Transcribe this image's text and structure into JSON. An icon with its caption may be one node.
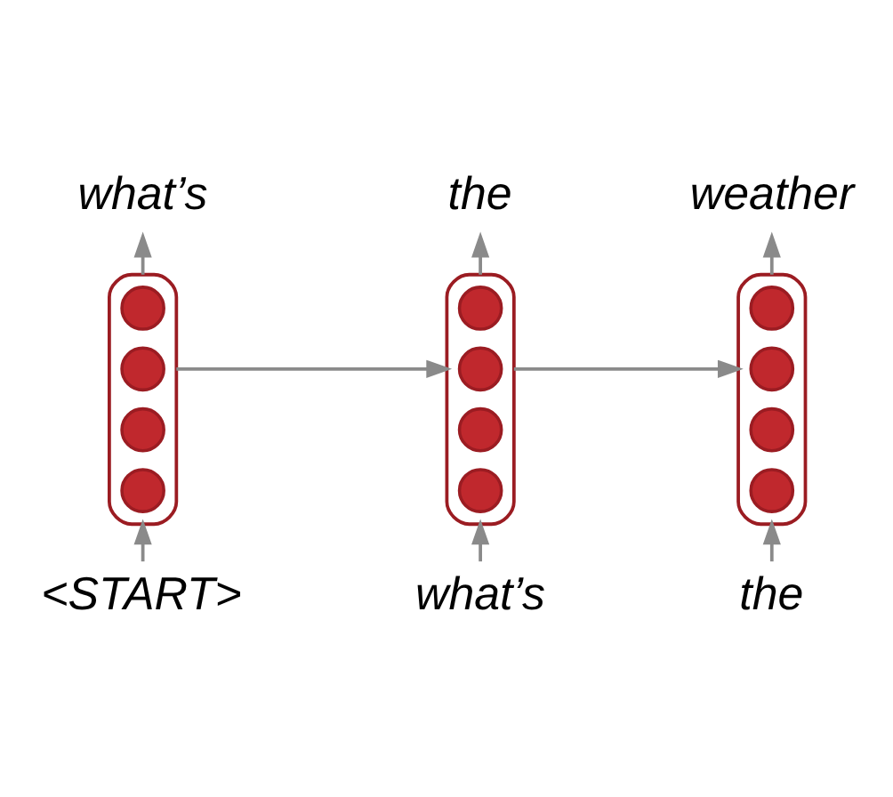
{
  "diagram": {
    "nodes": [
      {
        "text": [
          "what’s"
        ]
      },
      {
        "text": [
          "the"
        ]
      },
      {
        "text": [
          "weather"
        ]
      },
      {
        "text": [],
        "shape": "box"
      },
      {
        "text": [],
        "shape": "circle",
        "in": 3
      },
      {
        "text": [],
        "shape": "circle",
        "in": 3
      },
      {
        "text": [],
        "shape": "circle",
        "in": 3
      },
      {
        "text": [],
        "shape": "circle",
        "in": 3
      },
      {
        "text": [],
        "shape": "box"
      },
      {
        "text": [],
        "shape": "circle",
        "in": 8
      },
      {
        "text": [],
        "shape": "circle",
        "in": 8
      },
      {
        "text": [],
        "shape": "circle",
        "in": 8
      },
      {
        "text": [],
        "shape": "circle",
        "in": 8
      },
      {
        "text": [],
        "shape": "box"
      },
      {
        "text": [],
        "shape": "circle",
        "in": 13
      },
      {
        "text": [],
        "shape": "circle",
        "in": 13
      },
      {
        "text": [],
        "shape": "circle",
        "in": 13
      },
      {
        "text": [],
        "shape": "circle",
        "in": 13
      },
      {
        "text": [
          "<START>"
        ]
      },
      {
        "text": [
          "what’s"
        ]
      },
      {
        "text": [
          "the"
        ]
      }
    ],
    "edges": [
      {
        "from": 18,
        "to": 3,
        "arrow": "to"
      },
      {
        "from": 3,
        "to": 0,
        "arrow": "to"
      },
      {
        "from": 3,
        "to": 8,
        "arrow": "to"
      },
      {
        "from": 8,
        "to": 1,
        "arrow": "to"
      },
      {
        "from": 19,
        "to": 8,
        "arrow": "to"
      },
      {
        "from": 8,
        "to": 13,
        "arrow": "to"
      },
      {
        "from": 13,
        "to": 2,
        "arrow": "to"
      },
      {
        "from": 20,
        "to": 13,
        "arrow": "to"
      }
    ]
  }
}
